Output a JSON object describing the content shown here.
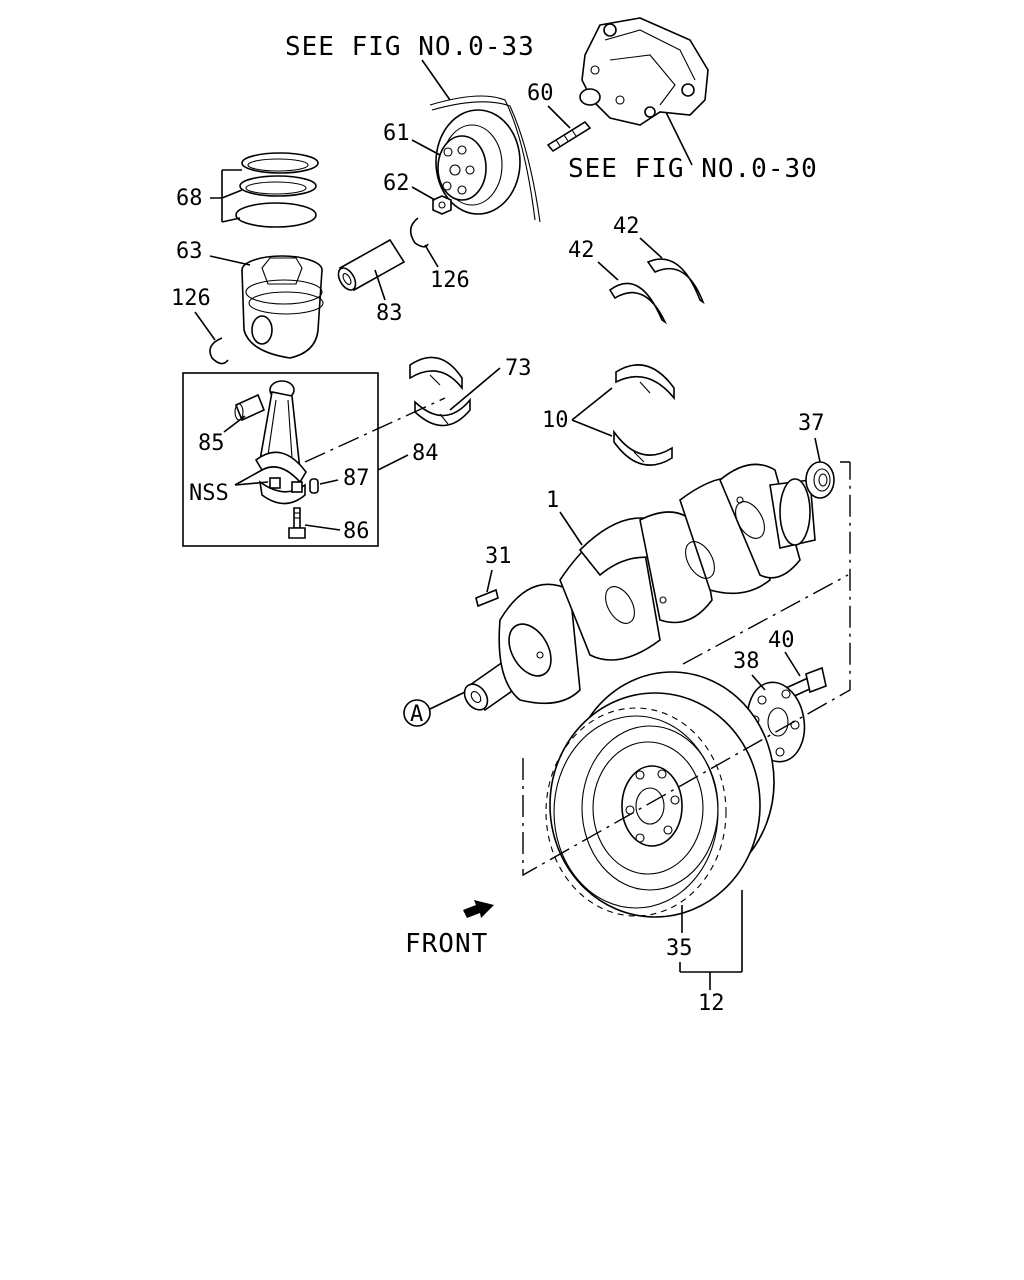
{
  "references": {
    "fig_0_33": "SEE FIG NO.0-33",
    "fig_0_30": "SEE FIG NO.0-30"
  },
  "callouts": {
    "c1": "1",
    "c10": "10",
    "c12": "12",
    "c31": "31",
    "c35": "35",
    "c37": "37",
    "c38": "38",
    "c40": "40",
    "c42a": "42",
    "c42b": "42",
    "c60": "60",
    "c61": "61",
    "c62": "62",
    "c63": "63",
    "c68": "68",
    "c73": "73",
    "c83": "83",
    "c84": "84",
    "c85": "85",
    "c86": "86",
    "c87": "87",
    "c126a": "126",
    "c126b": "126",
    "nss": "NSS",
    "circle_a": "A"
  },
  "direction": {
    "label": "FRONT"
  }
}
